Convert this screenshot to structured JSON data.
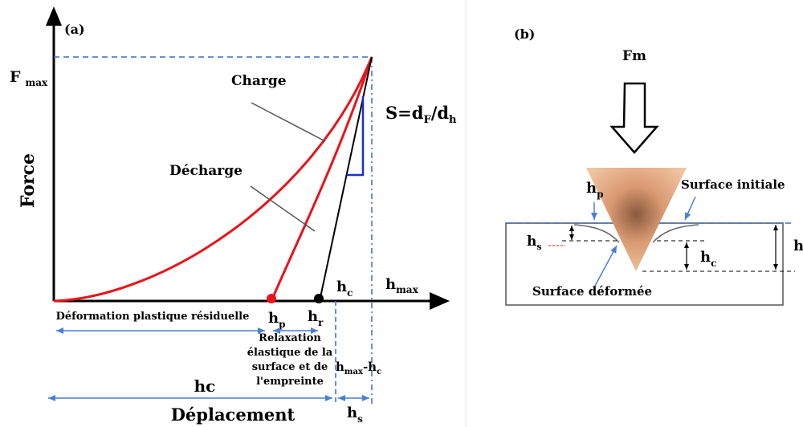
{
  "panel_a": {
    "label": "(a)",
    "y_axis_label": "Force",
    "x_axis_label": "Déplacement",
    "fmax_main": "F",
    "fmax_sub": "max",
    "charge_label": "Charge",
    "decharge_label": "Décharge",
    "stiffness_main": "S=d",
    "stiffness_sub1": "F",
    "stiffness_mid": "/d",
    "stiffness_sub2": "h",
    "hp_main": "h",
    "hp_sub": "p",
    "hr_main": "h",
    "hr_sub": "r",
    "hc_main": "h",
    "hc_sub": "c",
    "hmax_main": "h",
    "hmax_sub": "max",
    "deformation_label": "Déformation plastique résiduelle",
    "relaxation_lines": [
      "Relaxation",
      "élastique de la",
      "surface et de",
      "l'empreinte"
    ],
    "hmax_hc_main1": "h",
    "hmax_hc_sub1": "max",
    "hmax_hc_mid": "-h",
    "hmax_hc_sub2": "c",
    "hc_total_label": "hc",
    "hs_main": "h",
    "hs_sub": "s"
  },
  "panel_b": {
    "label": "(b)",
    "force_label": "Fm",
    "hp_main": "h",
    "hp_sub": "p",
    "surface_initiale": "Surface initiale",
    "hs_main": "h",
    "hs_sub": "s",
    "hc_main": "h",
    "hc_sub": "c",
    "h_label": "h",
    "surface_deformee": "Surface déformée"
  },
  "colors": {
    "curve": "#e8141a",
    "guide": "#3a6fc4",
    "arrow": "#4a7fd0",
    "triangle": "#1a2fd0",
    "indenter": "#d99a72"
  }
}
